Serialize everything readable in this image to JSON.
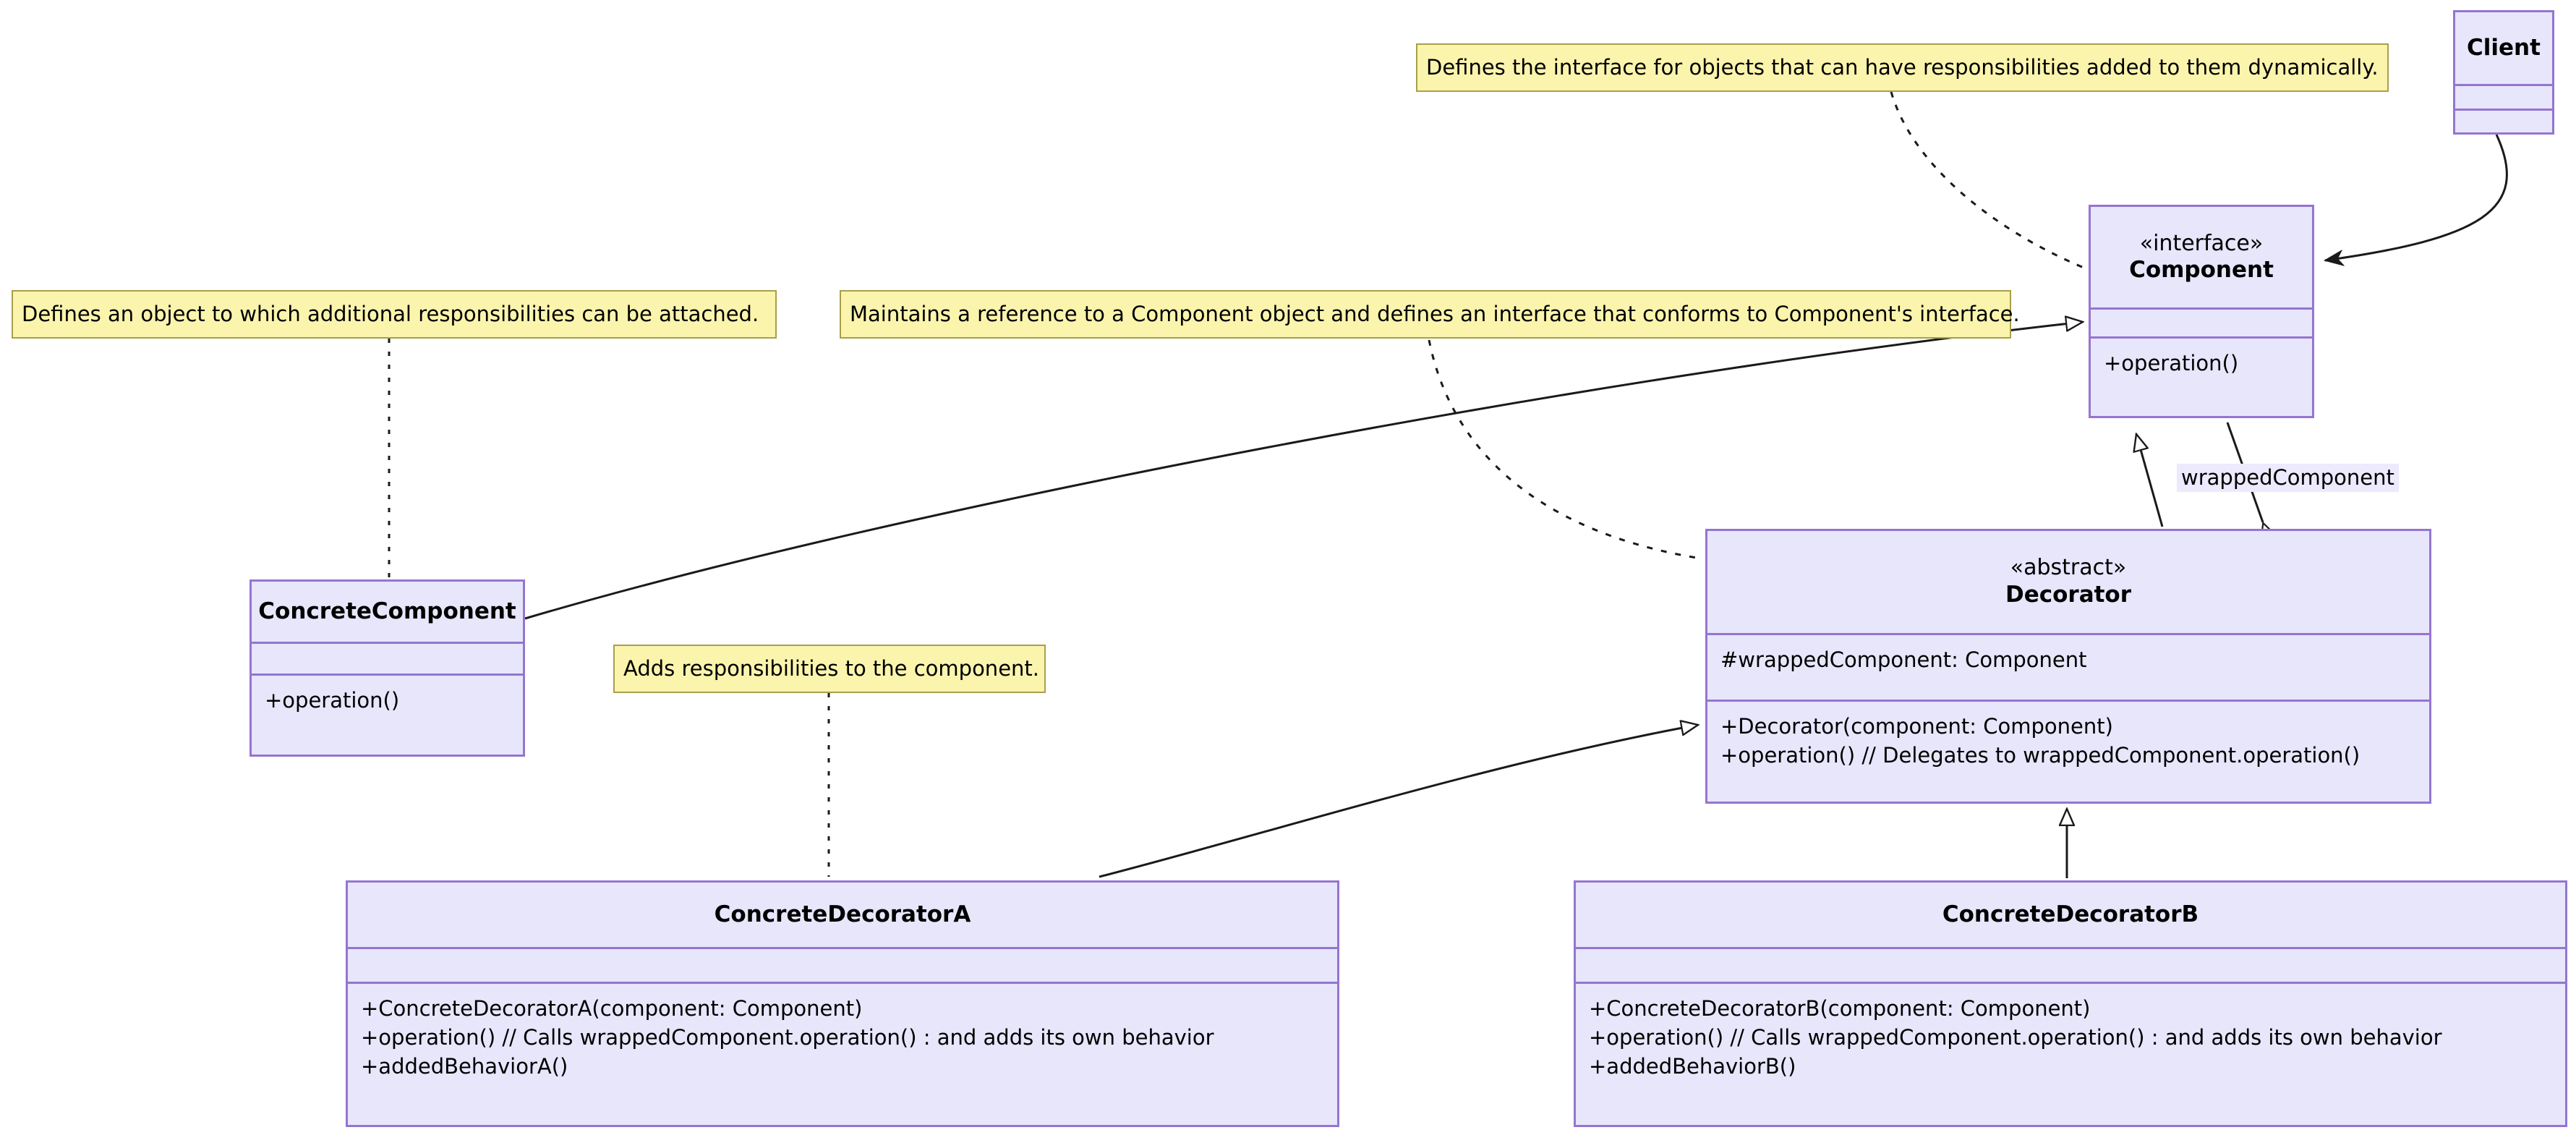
{
  "diagram": {
    "title": "Decorator Design Pattern UML Class Diagram",
    "accent_border": "#9575d0",
    "class_fill": "#e7e6fb",
    "note_fill": "#fbf4ad",
    "note_border": "#a8a04a",
    "line_color": "#1a1a1a"
  },
  "classes": {
    "client": {
      "name": "Client",
      "stereotype": "",
      "attributes": [],
      "operations": []
    },
    "component": {
      "name": "Component",
      "stereotype": "«interface»",
      "attributes": [],
      "operations": [
        "+operation()"
      ]
    },
    "concrete_component": {
      "name": "ConcreteComponent",
      "stereotype": "",
      "attributes": [],
      "operations": [
        "+operation()"
      ]
    },
    "decorator": {
      "name": "Decorator",
      "stereotype": "«abstract»",
      "attributes": [
        "#wrappedComponent: Component"
      ],
      "operations": [
        "+Decorator(component: Component)",
        "+operation() // Delegates to wrappedComponent.operation()"
      ]
    },
    "concrete_decorator_a": {
      "name": "ConcreteDecoratorA",
      "stereotype": "",
      "attributes": [],
      "operations": [
        "+ConcreteDecoratorA(component: Component)",
        "+operation() // Calls wrappedComponent.operation() : and adds its own behavior",
        "+addedBehaviorA()"
      ]
    },
    "concrete_decorator_b": {
      "name": "ConcreteDecoratorB",
      "stereotype": "",
      "attributes": [],
      "operations": [
        "+ConcreteDecoratorB(component: Component)",
        "+operation() // Calls wrappedComponent.operation() : and adds its own behavior",
        "+addedBehaviorB()"
      ]
    }
  },
  "notes": {
    "component_note": "Defines the interface for objects that can have responsibilities added to them dynamically.",
    "concrete_component_note": "Defines an object to which additional responsibilities can be attached.",
    "decorator_note": "Maintains a reference to a Component object and defines an interface that conforms to Component's interface.",
    "concrete_decorator_note": "Adds responsibilities to the component."
  },
  "edge_labels": {
    "wrapped_component": "wrappedComponent"
  }
}
